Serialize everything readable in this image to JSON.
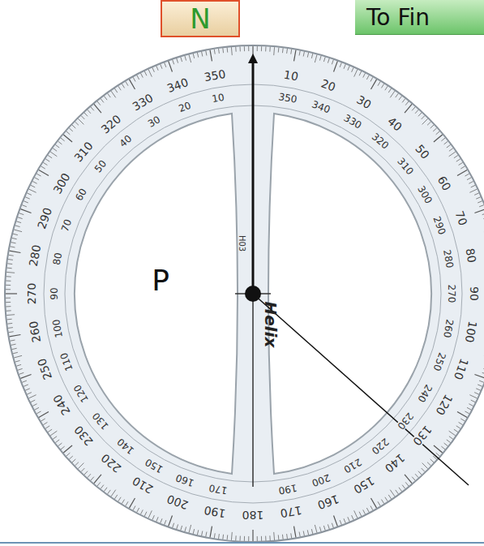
{
  "diagram": {
    "title": "To Fin",
    "nodes": [
      {
        "text": [
          "N"
        ]
      }
    ],
    "labels": [
      "P",
      "10",
      "20",
      "30",
      "40",
      "50",
      "60",
      "70",
      "80",
      "90",
      "100",
      "110",
      "120",
      "130",
      "140",
      "150",
      "160",
      "170",
      "180",
      "190",
      "200",
      "210",
      "220",
      "230",
      "240",
      "250",
      "260",
      "270",
      "280",
      "290",
      "300",
      "310",
      "320",
      "330",
      "340",
      "350",
      "10",
      "20",
      "30",
      "40",
      "50",
      "60",
      "70",
      "80",
      "90",
      "100",
      "110",
      "120",
      "130",
      "140",
      "150",
      "160",
      "170",
      "190",
      "200",
      "210",
      "220",
      "230",
      "240",
      "250",
      "260",
      "270",
      "280",
      "290",
      "300",
      "310",
      "320",
      "330",
      "340",
      "350",
      "Helix",
      "H03"
    ]
  }
}
